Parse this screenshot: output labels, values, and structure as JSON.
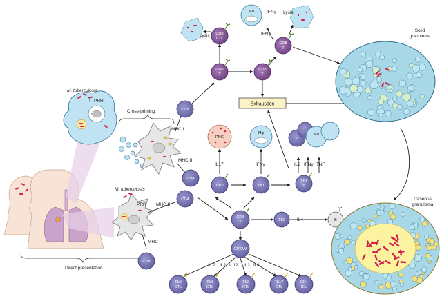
{
  "labels": {
    "mtb_top": "M. tuberculosis",
    "mtb_bottom": "M. tuberculosis",
    "prr_top": "PRR",
    "prr_bottom": "PRR",
    "cross_priming": "Cross-priming",
    "direct_presentation": "Direct presentation",
    "mhc1_top": "MHC I",
    "mhc2_top": "MHC II",
    "mhc2_bottom": "MHC II",
    "mhc1_bottom": "MHC I",
    "exhaustion": "Exhaustion",
    "solid_granuloma_1": "Solid",
    "solid_granuloma_2": "granuloma",
    "caseous_granuloma_1": "Caseous",
    "caseous_granuloma_2": "granuloma",
    "lysis_left": "Lysis",
    "lysis_right": "Lysis",
    "ifng_top": "IFNγ",
    "ifng_top2": "IFNγ",
    "il17": "IL17",
    "ifng_mid": "IFNγ",
    "il2_mid": "IL2",
    "ifng_mid2": "IFNγ",
    "tnf_mid": "TNF",
    "il4": "IL4",
    "il2_a": "IL2",
    "il2_b": "IL2,",
    "il12": "IL12",
    "il2_c": "IL2,",
    "il4_b": "IL4"
  },
  "cells": {
    "cd8_ctl_top": [
      "CD8",
      "CTL"
    ],
    "cd8_t_1": [
      "CD8",
      "T"
    ],
    "cd8_t_2": [
      "CD8",
      "T"
    ],
    "cd8_t_3": [
      "CD8",
      "T"
    ],
    "cd8_upper": "CD8",
    "cd4_upper": "CD4",
    "cd4_lower": "CD4",
    "cd8_lower": "CD8",
    "th17": "Th17",
    "th1": "Th1",
    "th1_t": [
      "Th1",
      "T"
    ],
    "cd4_t": [
      "CD4",
      "T"
    ],
    "th2": "Th2",
    "b": "B",
    "crtam": "CRTAM",
    "th0_ctl": [
      "Th0",
      "CTL"
    ],
    "th1_ctl": [
      "Th1",
      "CTL"
    ],
    "th2_ctl": [
      "Th2",
      "CTL"
    ],
    "th17_ctl": [
      "Th17",
      "CTL"
    ],
    "cd4_iel": [
      "CD4",
      "IEL"
    ],
    "png": "PNG",
    "mphi_1": "Mφ",
    "mphi_2": "Mφ",
    "mphi_3": "Mφ",
    "t_small_1": "T",
    "t_small_2": "T"
  },
  "colors": {
    "t_cell": "#7b78b8",
    "t_cell_dark": "#5b5a98",
    "cd8_purple": "#8a5a9c",
    "macrophage": "#bfe3f2",
    "dc": "#e6e6e6",
    "lung": "#c9a3c9",
    "granuloma_cell": "#a8d8e8",
    "mtb": "#d0234f",
    "caseum": "#fbf3a0"
  }
}
